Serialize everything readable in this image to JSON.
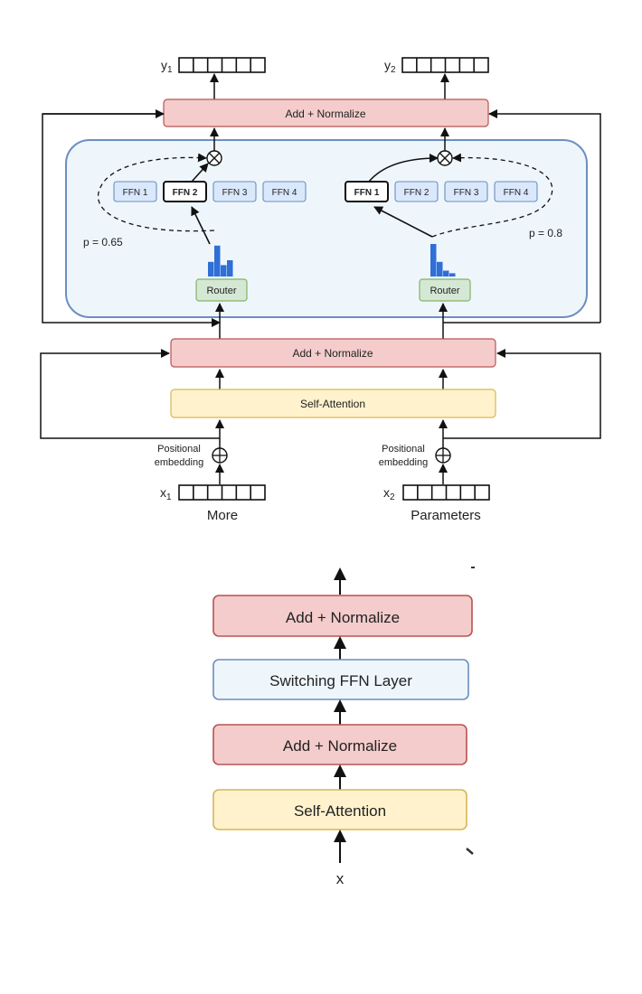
{
  "top": {
    "y1": {
      "base": "y",
      "sub": "1"
    },
    "y2": {
      "base": "y",
      "sub": "2"
    },
    "x1": {
      "base": "x",
      "sub": "1"
    },
    "x2": {
      "base": "x",
      "sub": "2"
    },
    "add_normalize_top": "Add + Normalize",
    "add_normalize_mid": "Add + Normalize",
    "self_attention": "Self-Attention",
    "router_label": "Router",
    "ffn_labels": [
      "FFN 1",
      "FFN 2",
      "FFN 3",
      "FFN 4"
    ],
    "left_selected_index": 1,
    "right_selected_index": 0,
    "left_prob": "p = 0.65",
    "right_prob": "p = 0.8",
    "left_hist": [
      0.45,
      0.95,
      0.35,
      0.5
    ],
    "right_hist": [
      1.0,
      0.45,
      0.18,
      0.1
    ],
    "positional_embedding": [
      "Positional",
      "embedding"
    ],
    "token_left": "More",
    "token_right": "Parameters"
  },
  "bottom": {
    "add_normalize_top": "Add + Normalize",
    "switching_ffn": "Switching FFN Layer",
    "add_normalize_bottom": "Add + Normalize",
    "self_attention": "Self-Attention",
    "input_label": "x"
  },
  "colors": {
    "add_norm_fill": "#f4cccc",
    "add_norm_stroke": "#b85450",
    "attn_fill": "#fff2cc",
    "attn_stroke": "#d6b656",
    "router_fill": "#d5e8d4",
    "router_stroke": "#82b366",
    "ffn_fill": "#dae8fc",
    "ffn_stroke": "#6c8ebf",
    "panel_fill": "#eef6fc",
    "panel_stroke": "#6c8ebf",
    "hist_bar": "#2f6fd6"
  }
}
